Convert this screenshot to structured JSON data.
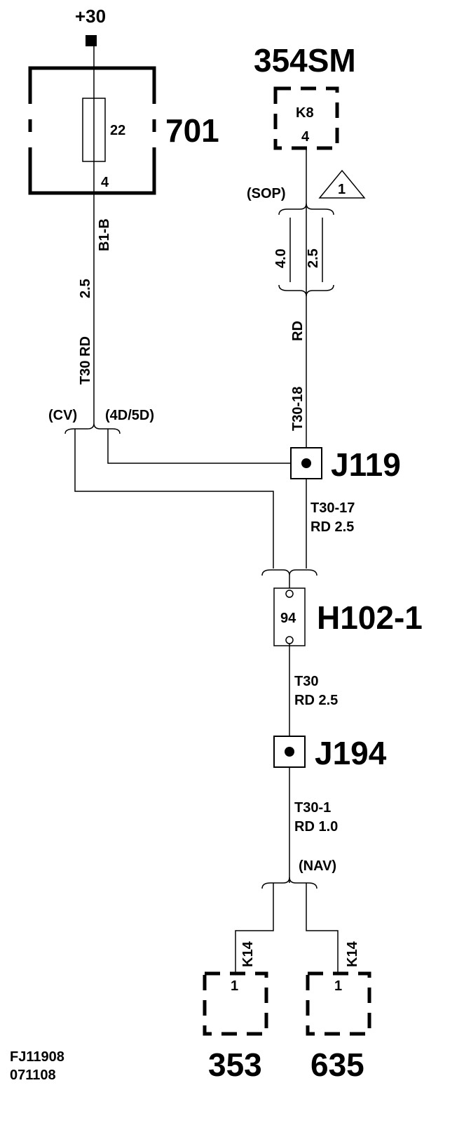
{
  "diagram": {
    "supply": {
      "label": "+30"
    },
    "fuse_block": {
      "id": "701",
      "fuse_number": "22",
      "pin": "4"
    },
    "module_top": {
      "id": "354SM",
      "connector": "K8",
      "pin": "4",
      "condition": "(SOP)",
      "note_flag": "1"
    },
    "wire_left": {
      "circuit": "B1-B",
      "size": "2.5",
      "name": "T30 RD"
    },
    "wire_right_sizes": {
      "a": "4.0",
      "b": "2.5"
    },
    "wire_right": {
      "color": "RD",
      "circuit": "T30-18"
    },
    "left_branch": {
      "left": "(CV)",
      "right": "(4D/5D)"
    },
    "junction_1": {
      "id": "J119"
    },
    "wire_after_j119": {
      "circuit": "T30-17",
      "spec": "RD  2.5"
    },
    "connector_h": {
      "id": "H102-1",
      "pin": "94"
    },
    "wire_after_h": {
      "circuit": "T30",
      "spec": "RD  2.5"
    },
    "junction_2": {
      "id": "J194"
    },
    "wire_after_j194": {
      "circuit": "T30-1",
      "spec": "RD  1.0",
      "condition": "(NAV)"
    },
    "module_left": {
      "id": "353",
      "connector": "K14",
      "pin": "1"
    },
    "module_right": {
      "id": "635",
      "connector": "K14",
      "pin": "1"
    },
    "footer": {
      "code": "FJ11908",
      "date": "071108"
    }
  }
}
